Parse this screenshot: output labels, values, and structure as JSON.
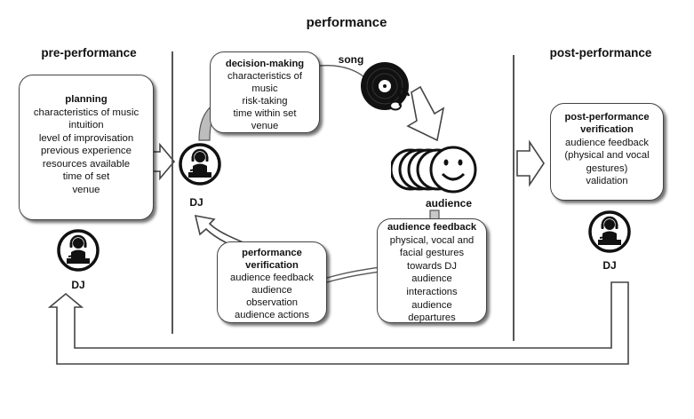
{
  "headings": {
    "performance": "performance",
    "pre": "pre-performance",
    "post": "post-performance"
  },
  "planning": {
    "title": "planning",
    "items": [
      "characteristics of music",
      "intuition",
      "level of improvisation",
      "previous experience",
      "resources available",
      "time of set",
      "venue"
    ]
  },
  "decision": {
    "title": "decision-making",
    "items": [
      "characteristics of",
      "music",
      "risk-taking",
      "time within set",
      "venue"
    ]
  },
  "perf_verification": {
    "title_lines": [
      "performance",
      "verification"
    ],
    "items": [
      "audience feedback",
      "audience",
      "observation",
      "audience actions"
    ]
  },
  "audience_feedback": {
    "title": "audience feedback",
    "items": [
      "physical, vocal and",
      "facial gestures",
      "towards DJ",
      "audience",
      "interactions",
      "audience",
      "departures"
    ]
  },
  "post_verification": {
    "title_lines": [
      "post-performance",
      "verification"
    ],
    "items": [
      "audience feedback",
      "(physical and vocal",
      "gestures)",
      "validation"
    ]
  },
  "labels": {
    "song": "song",
    "audience": "audience",
    "dj_left": "DJ",
    "dj_middle": "DJ",
    "dj_right": "DJ"
  },
  "icons": {
    "dj": "dj-icon",
    "vinyl": "vinyl-record-icon",
    "note": "music-note-icon",
    "audience": "smiley-faces-icon"
  }
}
